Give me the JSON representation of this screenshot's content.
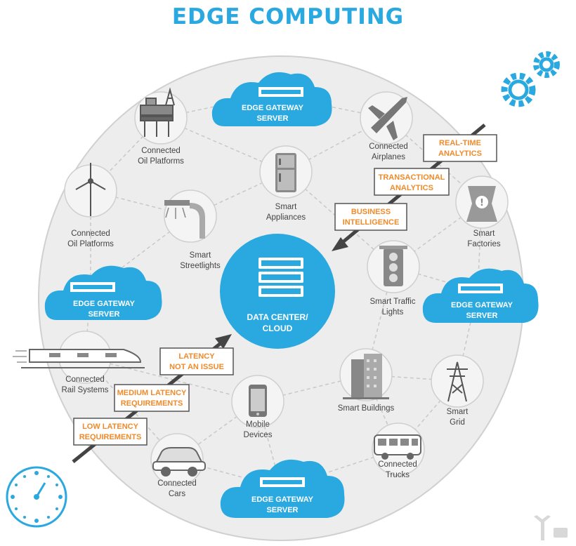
{
  "title": "EDGE COMPUTING",
  "center": {
    "line1": "DATA CENTER/",
    "line2": "CLOUD"
  },
  "gateways": [
    {
      "line1": "EDGE GATEWAY",
      "line2": "SERVER"
    },
    {
      "line1": "EDGE GATEWAY",
      "line2": "SERVER"
    },
    {
      "line1": "EDGE GATEWAY",
      "line2": "SERVER"
    },
    {
      "line1": "EDGE GATEWAY",
      "line2": "SERVER"
    }
  ],
  "devices": [
    {
      "line1": "Connected",
      "line2": "Oil Platforms",
      "icon": "oil-platform-icon"
    },
    {
      "line1": "Smart",
      "line2": "Appliances",
      "icon": "refrigerator-icon"
    },
    {
      "line1": "Connected",
      "line2": "Airplanes",
      "icon": "airplane-icon"
    },
    {
      "line1": "Connected",
      "line2": "Oil Platforms",
      "icon": "wind-turbine-icon"
    },
    {
      "line1": "Smart",
      "line2": "Streetlights",
      "icon": "streetlight-icon"
    },
    {
      "line1": "Smart",
      "line2": "Factories",
      "icon": "factory-icon"
    },
    {
      "line1": "Smart Traffic",
      "line2": "Lights",
      "icon": "traffic-light-icon"
    },
    {
      "line1": "Connected",
      "line2": "Rail Systems",
      "icon": "train-icon"
    },
    {
      "line1": "Smart Buildings",
      "line2": "",
      "icon": "building-icon"
    },
    {
      "line1": "Smart",
      "line2": "Grid",
      "icon": "power-tower-icon"
    },
    {
      "line1": "Mobile",
      "line2": "Devices",
      "icon": "mobile-phone-icon"
    },
    {
      "line1": "Connected",
      "line2": "Trucks",
      "icon": "bus-icon"
    },
    {
      "line1": "Connected",
      "line2": "Cars",
      "icon": "car-icon"
    }
  ],
  "analytics": [
    {
      "line1": "REAL-TIME",
      "line2": "ANALYTICS"
    },
    {
      "line1": "TRANSACTIONAL",
      "line2": "ANALYTICS"
    },
    {
      "line1": "BUSINESS",
      "line2": "INTELLIGENCE"
    }
  ],
  "latency": [
    {
      "line1": "LATENCY",
      "line2": "NOT AN ISSUE"
    },
    {
      "line1": "MEDIUM LATENCY",
      "line2": "REQUIREMENTS"
    },
    {
      "line1": "LOW LATENCY",
      "line2": "REQUIREMENTS"
    }
  ],
  "colors": {
    "accent": "#2aa9e0",
    "orange": "#f08a2a",
    "circle": "#e8e8e8",
    "arrow": "#444444"
  },
  "decor": {
    "gears": "gear-icon",
    "clock": "clock-icon",
    "watermark": "watermark-logo"
  }
}
